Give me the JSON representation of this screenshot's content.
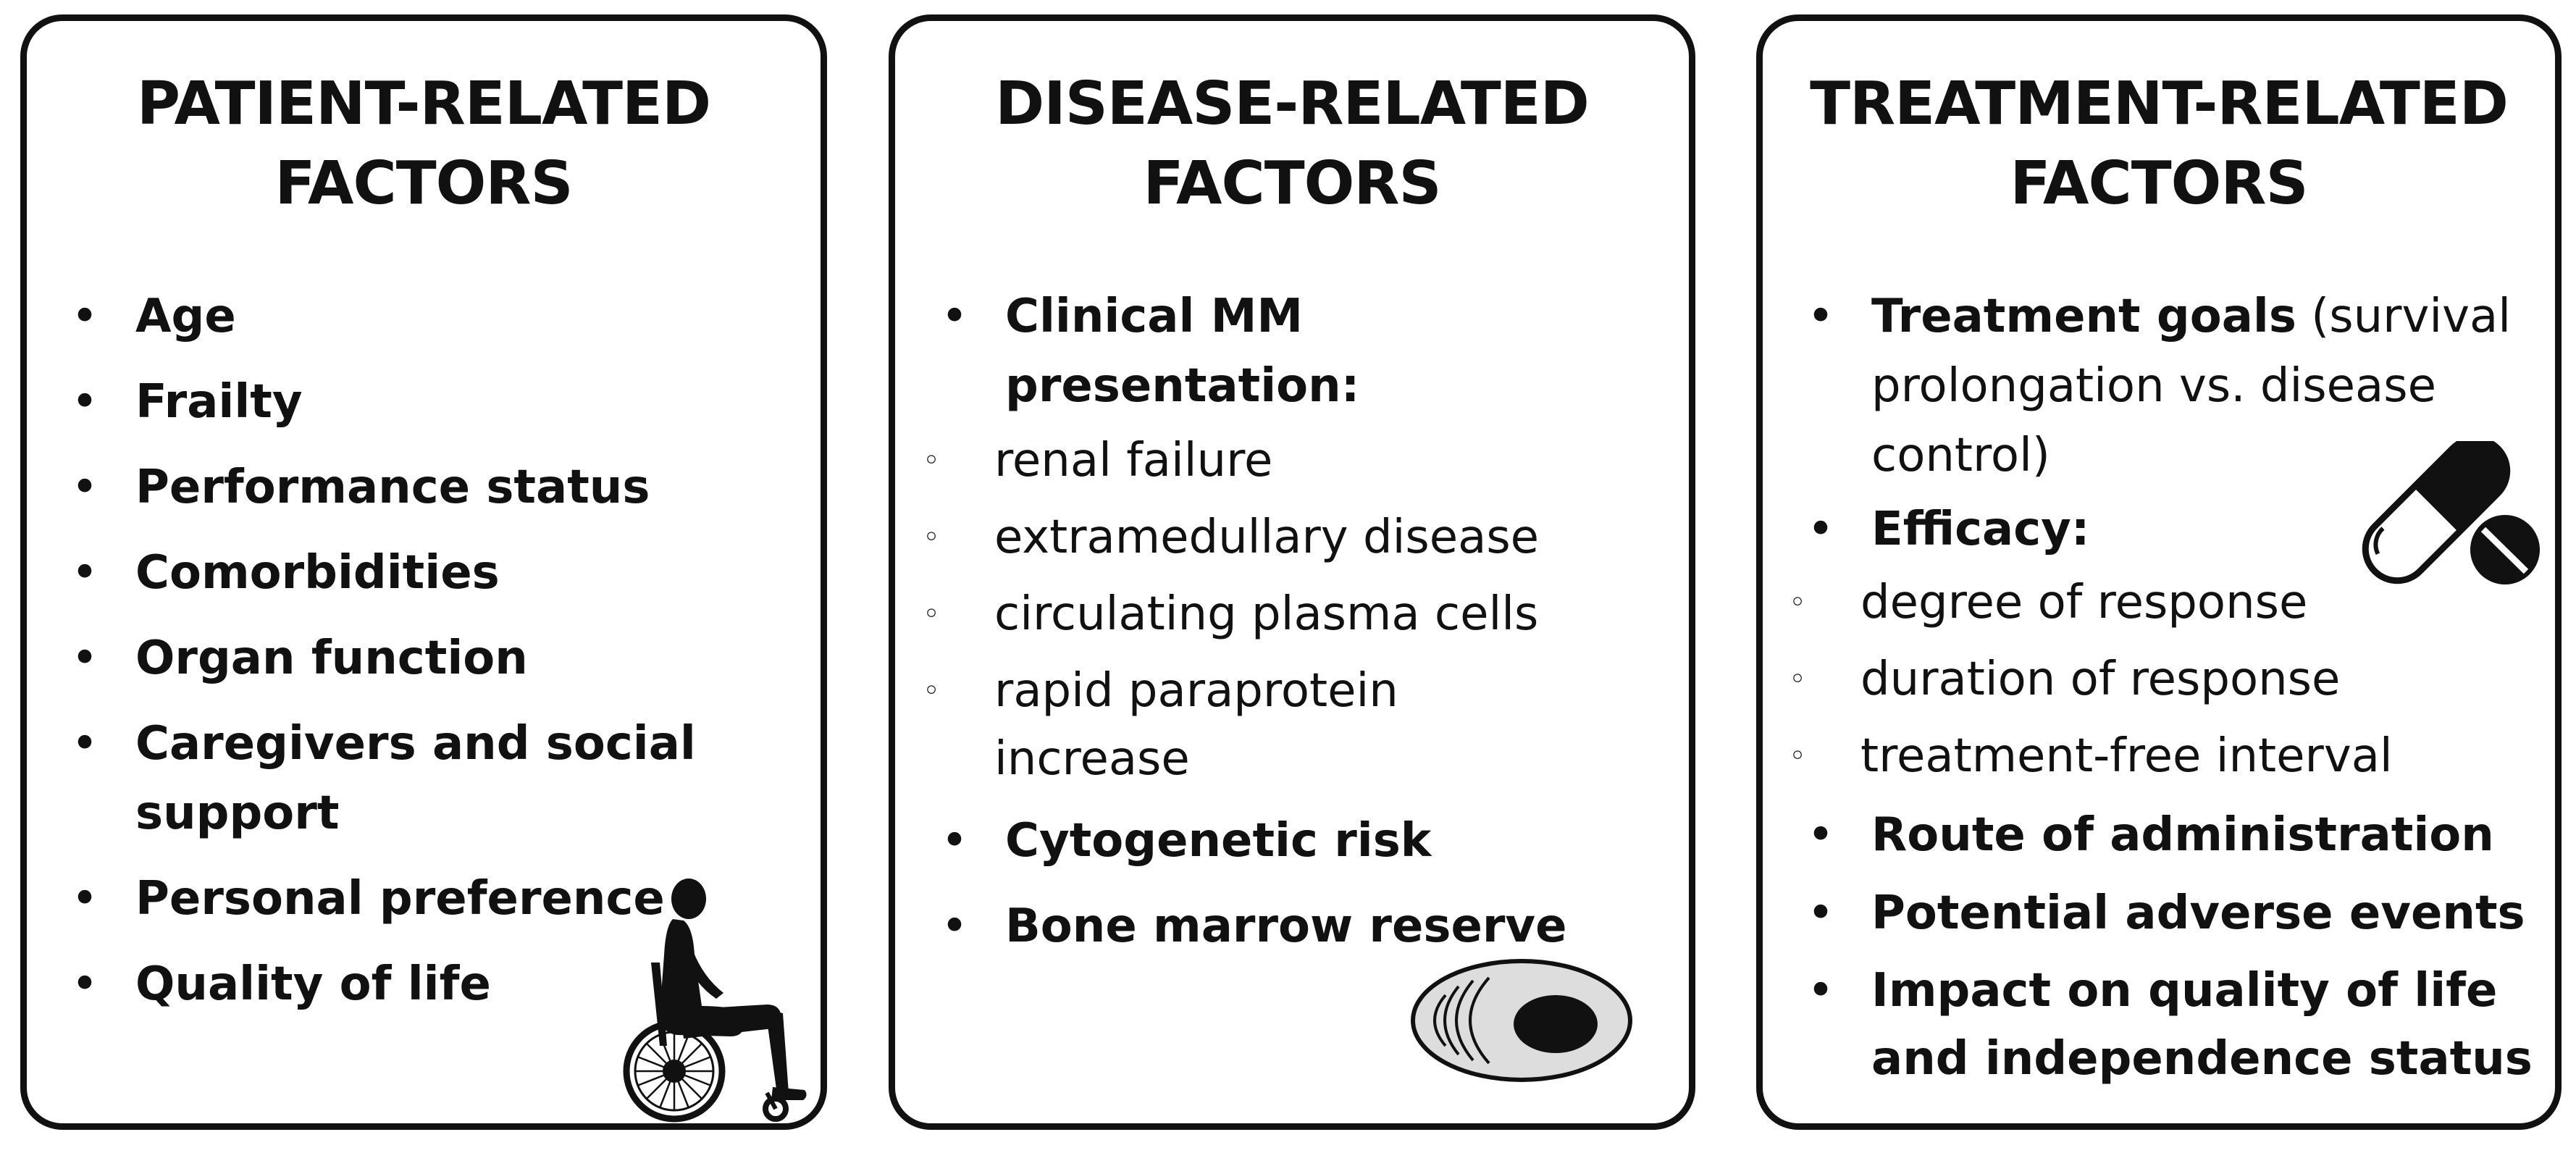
{
  "panels": {
    "patient": {
      "title_line1": "PATIENT-RELATED",
      "title_line2": "FACTORS",
      "items": [
        "Age",
        "Frailty",
        "Performance status",
        "Comorbidities",
        "Organ function",
        "Caregivers and social support",
        "Personal preference",
        "Quality of life"
      ],
      "icon": "wheelchair-person-icon"
    },
    "disease": {
      "title_line1": "DISEASE-RELATED",
      "title_line2": "FACTORS",
      "item1": "Clinical MM presentation:",
      "item1_sub": [
        "renal failure",
        "extramedullary disease",
        "circulating plasma cells",
        "rapid paraprotein increase"
      ],
      "item2": "Cytogenetic risk",
      "item3": "Bone marrow reserve",
      "icon": "plasma-cell-icon"
    },
    "treatment": {
      "title_line1": "TREATMENT-RELATED",
      "title_line2": "FACTORS",
      "item1_bold": "Treatment goals",
      "item1_rest": " (survival prolongation vs. disease control)",
      "item2": "Efficacy:",
      "item2_sub": [
        "degree of response",
        "duration of response",
        "treatment-free interval"
      ],
      "item3": "Route of administration",
      "item4": "Potential adverse events",
      "item5": "Impact on quality of life and independence status",
      "icon": "pill-capsule-icon"
    }
  },
  "symbols": {
    "bullet": "•",
    "sub_bullet": "◦"
  }
}
